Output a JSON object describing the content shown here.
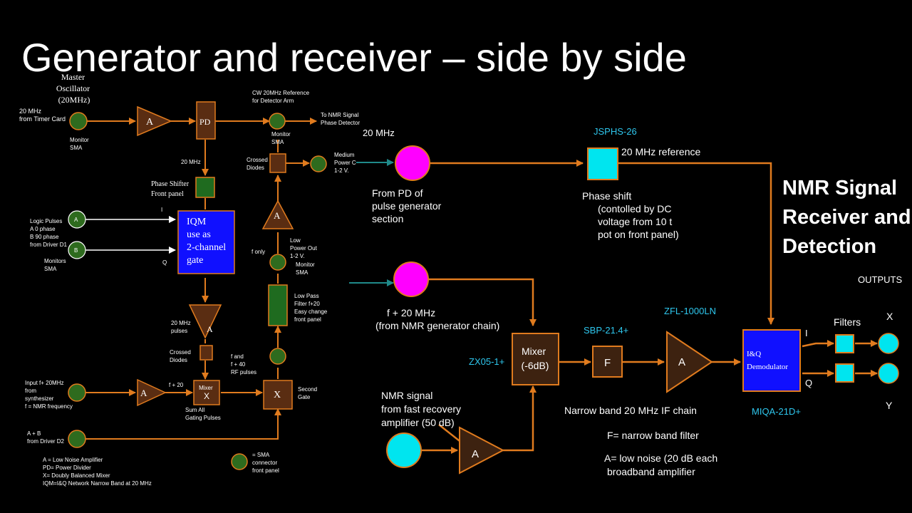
{
  "slide": {
    "title": "Generator and receiver – side by side"
  },
  "colors": {
    "background": "#000000",
    "wire": "#e07b1e",
    "amp": "#5a2d12",
    "box": "#5a2d12",
    "monitor": "#2e6b1e",
    "filter": "#1f6b1f",
    "iqm": "#1010ff",
    "phase": "#00e5ef",
    "magenta": "#ff00ff",
    "cyan": "#00e5ef",
    "label_cyan": "#2ec7ee"
  },
  "generator": {
    "master_osc": [
      "Master",
      "Oscillator",
      "(20MHz)"
    ],
    "in_20mhz": [
      "20 MHz",
      "from Timer Card"
    ],
    "monitor_sma_1": [
      "Monitor",
      "SMA"
    ],
    "amp_label": "A",
    "pd_label": "PD",
    "cw_ref": [
      "CW 20MHz Reference",
      "for Detector Arm"
    ],
    "to_nmr": [
      "To NMR Signal",
      "Phase Detector"
    ],
    "monitor_sma_2": [
      "Monitor",
      "SMA"
    ],
    "label_20mhz": "20 MHz",
    "crossed_diodes_1": [
      "Crossed",
      "Diodes"
    ],
    "medium_power": [
      "Medium",
      "Power C",
      "1-2 V."
    ],
    "phase_shifter": [
      "Phase Shifter",
      "Front panel"
    ],
    "i_label": "I",
    "q_label": "Q",
    "logic_pulses": [
      "Logic Pulses",
      "A 0 phase",
      "B 90 phase",
      "from Driver D1"
    ],
    "node_a": "A",
    "node_b": "B",
    "monitors_sma": [
      "Monitors",
      "SMA"
    ],
    "iqm_box": [
      "IQM",
      "use as",
      "2-channel",
      "gate"
    ],
    "f_only": "f  only",
    "low_power": [
      "Low",
      "Power Out",
      "1-2 V."
    ],
    "monitor_sma_3": [
      "Monitor",
      "SMA"
    ],
    "low_pass": [
      "Low Pass",
      "Filter f+20",
      "Easy change",
      "front panel"
    ],
    "pulses_20mhz": [
      "20 MHz",
      "pulses"
    ],
    "crossed_diodes_2": [
      "Crossed",
      "Diodes"
    ],
    "f_and": [
      "f and",
      "f + 40",
      "RF pulses"
    ],
    "input_f": [
      "Input f+ 20MHz",
      "from",
      "synthesizer",
      "f = NMR frequency"
    ],
    "f_plus_20": "f + 20",
    "mixer_small": [
      "Mixer",
      "X"
    ],
    "x_label": "X",
    "second_gate": [
      "Second",
      "Gate"
    ],
    "sum_all": [
      "Sum  All",
      "Gating Pulses"
    ],
    "a_plus_b": [
      "A + B",
      "from Driver D2"
    ],
    "legend": [
      "A = Low Noise Amplifier",
      "PD= Power Divider",
      "X= Doubly Balanced Mixer",
      "IQM=I&Q Network Narrow Band at 20 MHz"
    ],
    "sma_connector": [
      "= SMA",
      "connector",
      "front panel"
    ]
  },
  "receiver": {
    "in_20mhz": "20 MHz",
    "from_pd": [
      "From PD of",
      "pulse generator",
      "section"
    ],
    "jsphs": "JSPHS-26",
    "ref_20mhz": "20 MHz reference",
    "phase_shift": "Phase shift",
    "phase_note": [
      "(contolled by DC",
      "voltage from 10 t",
      "pot on front panel)"
    ],
    "heading": [
      "NMR Signal",
      "Receiver and",
      "Detection"
    ],
    "outputs": "OUTPUTS",
    "f_plus_20": [
      "f + 20 MHz",
      "(from NMR generator chain)"
    ],
    "zx05": "ZX05-1+",
    "mixer": [
      "Mixer",
      "(-6dB)"
    ],
    "sbp": "SBP-21.4+",
    "filter_f": "F",
    "zfl": "ZFL-1000LN",
    "amp_a": "A",
    "iq_demod": [
      "I&Q",
      "Demodulator"
    ],
    "i_out": "I",
    "q_out": "Q",
    "filters": "Filters",
    "x_out": "X",
    "y_out": "Y",
    "miqa": "MIQA-21D+",
    "nmr_signal": [
      "NMR signal",
      "from fast recovery",
      "amplifier (50 dB)"
    ],
    "amp2": "A",
    "narrow_band": "Narrow  band 20 MHz IF chain",
    "f_note": "F= narrow band filter",
    "a_note": [
      "A= low noise (20 dB each",
      "broadband amplifier"
    ]
  }
}
